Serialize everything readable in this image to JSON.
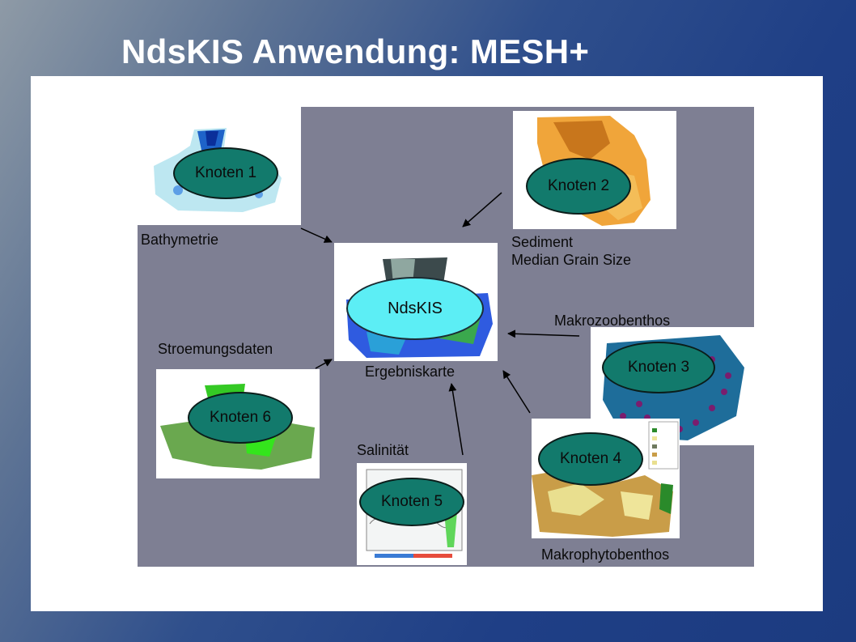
{
  "slide": {
    "title": "NdsKIS Anwendung: MESH+"
  },
  "center": {
    "node_label": "NdsKIS",
    "caption": "Ergebniskarte"
  },
  "nodes": [
    {
      "label": "Knoten 1",
      "caption": "Bathymetrie"
    },
    {
      "label": "Knoten 2",
      "caption_line1": "Sediment",
      "caption_line2": "Median Grain Size"
    },
    {
      "label": "Knoten 3",
      "caption": "Makrozoobenthos"
    },
    {
      "label": "Knoten 4",
      "caption": "Makrophytobenthos"
    },
    {
      "label": "Knoten 5",
      "caption": "Salinität"
    },
    {
      "label": "Knoten 6",
      "caption": "Stroemungsdaten"
    }
  ],
  "colors": {
    "diagram_background": "#7e7f93",
    "node_fill": "#127a6c",
    "center_node_fill": "#5ceef5"
  }
}
